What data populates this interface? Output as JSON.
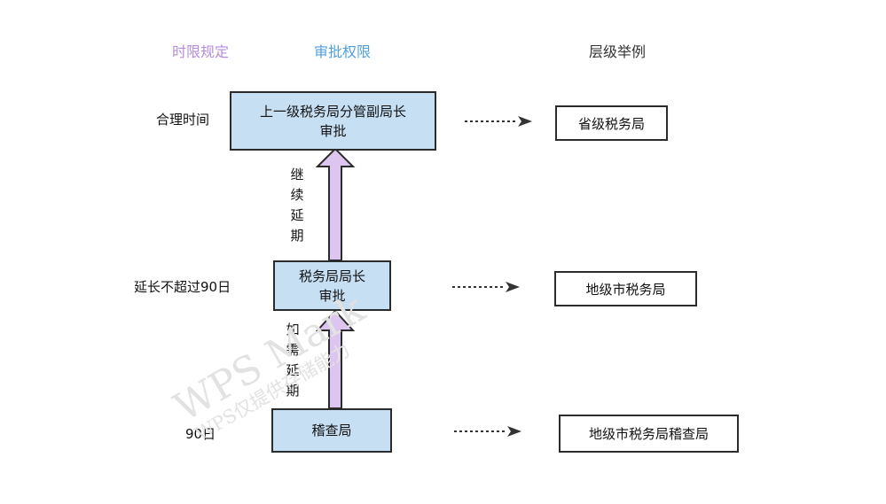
{
  "headers": {
    "time_limit": "时限规定",
    "approval": "审批权限",
    "example": "层级举例"
  },
  "levels": [
    {
      "time_limit": "合理时间",
      "approval_lines": [
        "上一级税务局分管副局长",
        "审批"
      ],
      "example": "省级税务局"
    },
    {
      "time_limit": "延长不超过90日",
      "approval_lines": [
        "税务局局长",
        "审批"
      ],
      "example": "地级市税务局"
    },
    {
      "time_limit": "90日",
      "approval_lines": [
        "稽查局"
      ],
      "example": "地级市税务局稽查局"
    }
  ],
  "arrow_labels": {
    "upper": "继续延期",
    "lower": "如需延期"
  },
  "watermark": {
    "line1": "WPS Mark",
    "line2": "WPS仅提供存储能力"
  },
  "colors": {
    "box_fill": "#c6dff3",
    "arrow_fill": "#dcc6ef",
    "header_time": "#b58ce0",
    "header_approval": "#4f9fe0"
  }
}
